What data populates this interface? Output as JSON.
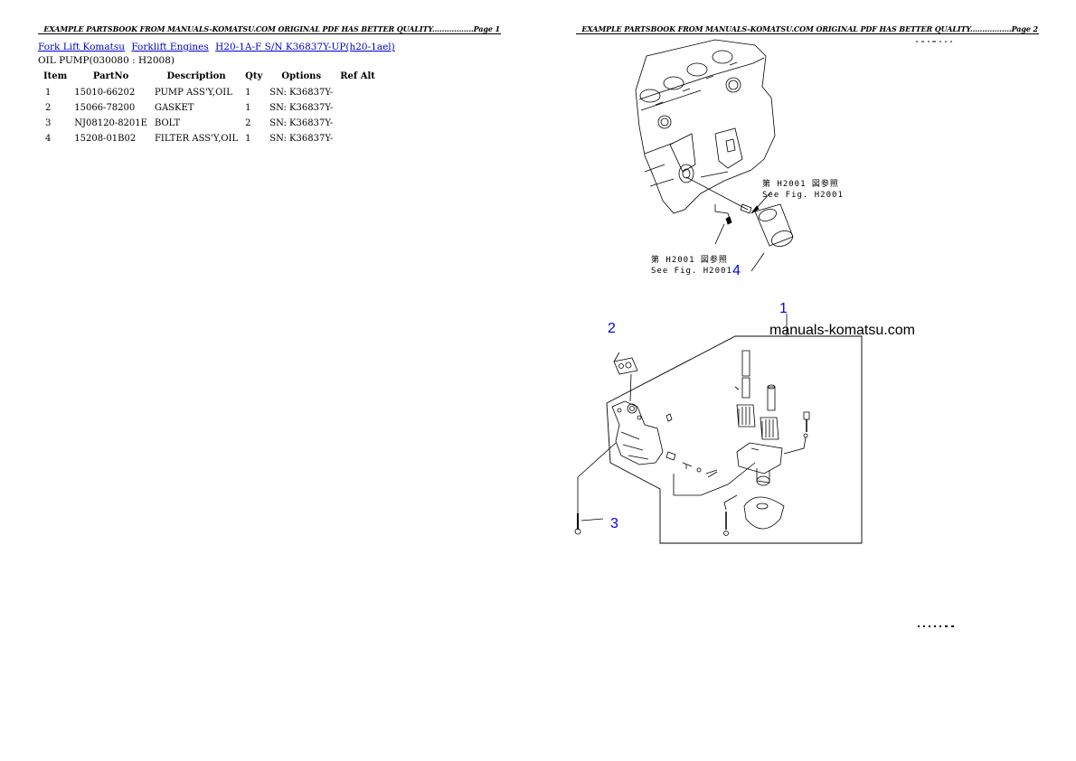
{
  "pages": [
    {
      "header": "EXAMPLE PARTSBOOK FROM MANUALS-KOMATSU.COM ORIGINAL PDF HAS BETTER QUALITY.................Page 1"
    },
    {
      "header": "EXAMPLE PARTSBOOK FROM MANUALS-KOMATSU.COM ORIGINAL PDF HAS BETTER QUALITY.................Page 2"
    }
  ],
  "breadcrumbs": [
    {
      "label": "Fork Lift Komatsu"
    },
    {
      "label": "Forklift Engines"
    },
    {
      "label": "H20-1A-F S/N K36837Y-UP(h20-1ael)"
    }
  ],
  "section_title": "OIL PUMP(030080 : H2008)",
  "table": {
    "columns": [
      "Item",
      "PartNo",
      "Description",
      "Qty",
      "Options",
      "Ref Alt"
    ],
    "rows": [
      {
        "item": "1",
        "partno": "15010-66202",
        "description": "PUMP ASS'Y,OIL",
        "qty": "1",
        "options": "SN: K36837Y-",
        "ref_alt": ""
      },
      {
        "item": "2",
        "partno": "15066-78200",
        "description": "GASKET",
        "qty": "1",
        "options": "SN: K36837Y-",
        "ref_alt": ""
      },
      {
        "item": "3",
        "partno": "NJ08120-8201E",
        "description": "BOLT",
        "qty": "2",
        "options": "SN: K36837Y-",
        "ref_alt": ""
      },
      {
        "item": "4",
        "partno": "15208-01B02",
        "description": "FILTER ASS'Y,OIL",
        "qty": "1",
        "options": "SN: K36837Y-",
        "ref_alt": ""
      }
    ]
  },
  "diagram": {
    "callouts": [
      "1",
      "2",
      "3",
      "4"
    ],
    "watermark": "manuals-komatsu.com",
    "ref_jp": "第 H2001 図参照",
    "ref_en": "See Fig. H2001"
  },
  "colors": {
    "link": "#0000cc",
    "callout": "#0000ee"
  }
}
